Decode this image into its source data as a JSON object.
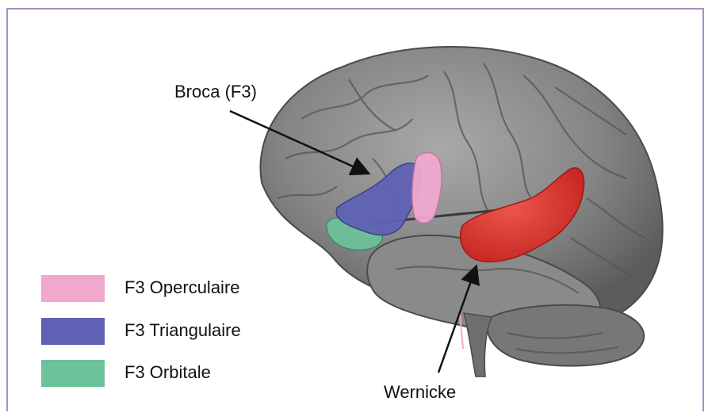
{
  "annotations": {
    "broca": "Broca (F3)",
    "wernicke": "Wernicke"
  },
  "legend": [
    {
      "label": "F3 Operculaire",
      "color": "#f0a8cf"
    },
    {
      "label": "F3 Triangulaire",
      "color": "#5f62b4"
    },
    {
      "label": "F3 Orbitale",
      "color": "#6cc29a"
    }
  ],
  "colors": {
    "frame": "#a98fc4",
    "brain": "#7d7d7d",
    "wernicke_region": "#e8332c"
  }
}
